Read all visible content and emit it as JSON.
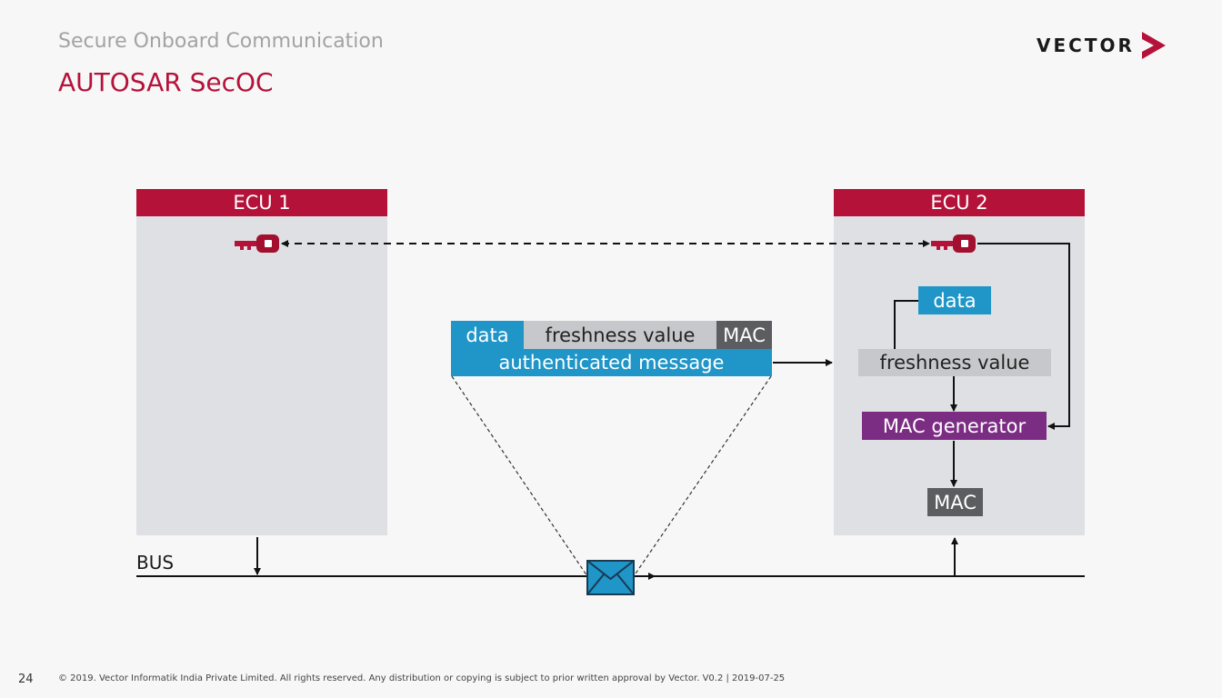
{
  "header": {
    "supertitle": "Secure Onboard Communication",
    "title": "AUTOSAR SecOC",
    "logo_text": "VECTOR"
  },
  "ecu1": {
    "label": "ECU 1"
  },
  "ecu2": {
    "label": "ECU 2"
  },
  "message": {
    "data": "data",
    "freshness": "freshness value",
    "mac": "MAC",
    "authenticated": "authenticated message"
  },
  "receiver": {
    "data": "data",
    "freshness": "freshness value",
    "mac_generator": "MAC generator",
    "mac": "MAC"
  },
  "bus": {
    "label": "BUS"
  },
  "footer": {
    "page_number": "24",
    "copyright": "© 2019. Vector Informatik India Private Limited. All rights reserved. Any distribution or copying is subject to prior written approval by Vector. V0.2 | 2019-07-25"
  },
  "colors": {
    "accent_red": "#b5123a",
    "blue": "#1f95c8",
    "purple": "#7b2d83",
    "dark_gray": "#5b5d60",
    "light_gray": "#c7c8cc",
    "ecu_bg": "#dfe0e3"
  },
  "icons": [
    "key-icon",
    "envelope-icon",
    "vector-chevron-icon"
  ]
}
